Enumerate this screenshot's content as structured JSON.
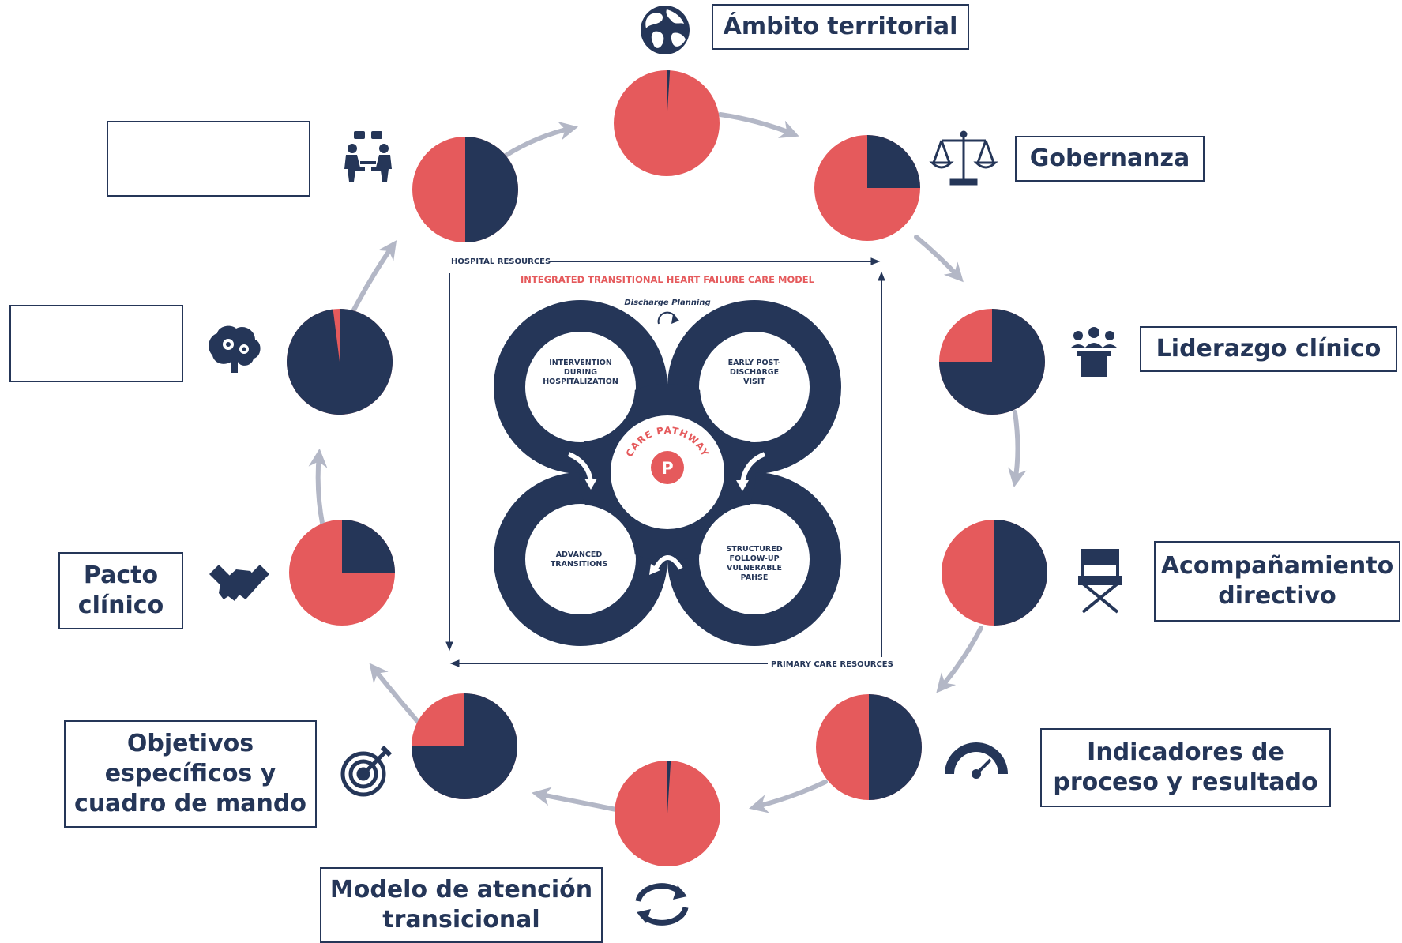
{
  "colors": {
    "navy": "#253658",
    "red": "#e55a5c",
    "arrow": "#b3b7c6"
  },
  "nodes": [
    {
      "label": "Ámbito territorial",
      "fraction": 0.01,
      "icon": "globe-icon"
    },
    {
      "label": "Gobernanza",
      "fraction": 0.25,
      "icon": "scales-icon"
    },
    {
      "label": "Liderazgo clínico",
      "fraction": 0.75,
      "icon": "leadership-podium-icon"
    },
    {
      "label": "Acompañamiento directivo",
      "fraction": 0.5,
      "icon": "director-chair-icon"
    },
    {
      "label": "Indicadores de proceso y resultado",
      "fraction": 0.5,
      "icon": "gauge-icon"
    },
    {
      "label": "Modelo de atención transicional",
      "fraction": 0.01,
      "icon": "cycle-arrows-icon"
    },
    {
      "label": "Objetivos específicos y cuadro de mando",
      "fraction": 0.75,
      "icon": "target-icon"
    },
    {
      "label": "Pacto clínico",
      "fraction": 0.25,
      "icon": "handshake-icon"
    },
    {
      "label": "",
      "fraction": 0.98,
      "icon": "brain-gears-icon"
    },
    {
      "label": "",
      "fraction": 0.5,
      "icon": "meeting-dialogue-icon"
    }
  ],
  "center": {
    "title": "INTEGRATED TRANSITIONAL HEART FAILURE CARE MODEL",
    "hospital_resources": "HOSPITAL RESOURCES",
    "primary_care_resources": "PRIMARY CARE RESOURCES",
    "discharge_planning": "Discharge Planning",
    "care_pathway": "CARE PATHWAY",
    "p_letter": "P",
    "lobe_top_left": [
      "INTERVENTION",
      "DURING",
      "HOSPITALIZATION"
    ],
    "lobe_top_right": [
      "EARLY POST-",
      "DISCHARGE",
      "VISIT"
    ],
    "lobe_bottom_left": [
      "ADVANCED",
      "TRANSITIONS"
    ],
    "lobe_bottom_right": [
      "STRUCTURED",
      "FOLLOW-UP",
      "VULNERABLE",
      "PAHSE"
    ]
  }
}
